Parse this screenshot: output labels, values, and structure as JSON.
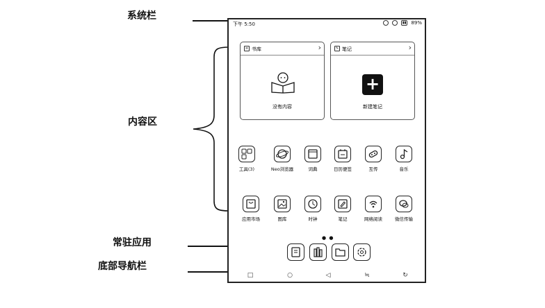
{
  "annotations": {
    "statusbar": "系统栏",
    "content": "内容区",
    "dock": "常驻应用",
    "navbar": "底部导航栏"
  },
  "status": {
    "time": "下午 5:50",
    "battery": "89%"
  },
  "cards": {
    "library": {
      "title": "书库",
      "empty": "没有内容"
    },
    "notes": {
      "title": "笔记",
      "new_note": "新建笔记"
    }
  },
  "apps_row1": [
    "工具(3)",
    "Neo浏览器",
    "词典",
    "日历便签",
    "互传",
    "音乐"
  ],
  "apps_row2": [
    "应用市场",
    "图库",
    "时钟",
    "笔记",
    "网络阅读",
    "微信传输"
  ],
  "dock_icons": [
    "library-icon",
    "bookshelf-icon",
    "folder-icon",
    "settings-icon"
  ],
  "nav_icons": [
    "square-icon",
    "circle-icon",
    "back-icon",
    "menu-icon",
    "refresh-icon"
  ]
}
